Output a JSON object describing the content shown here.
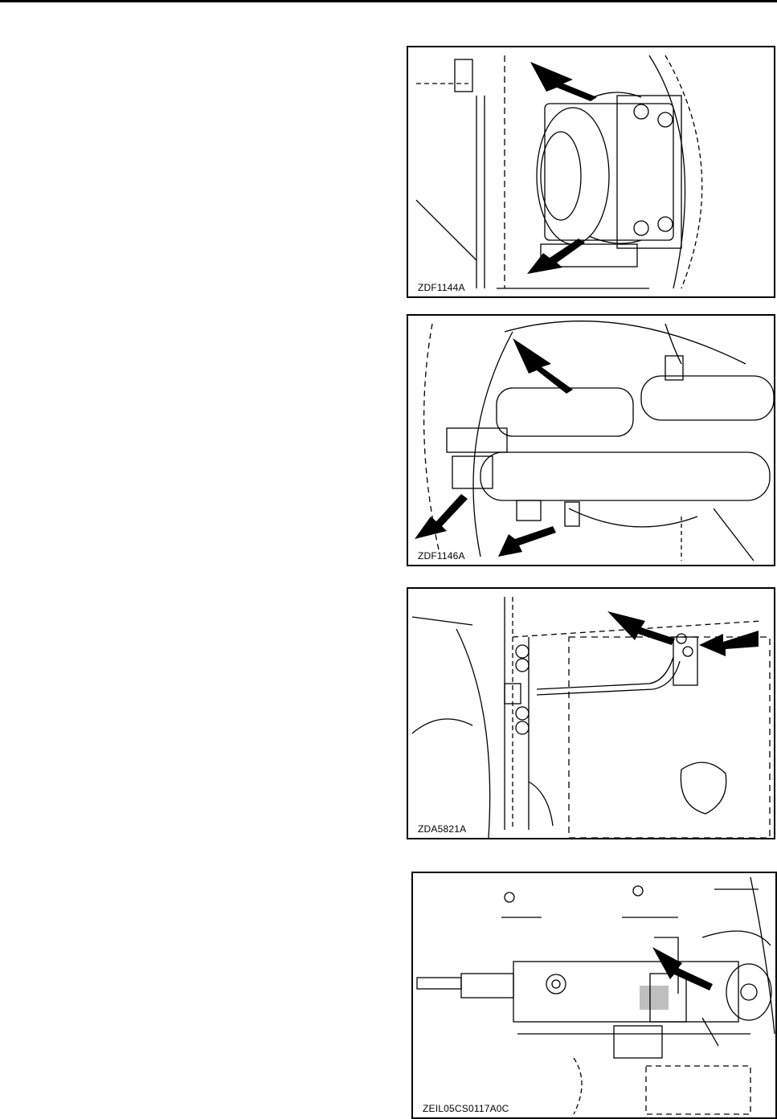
{
  "figures": [
    {
      "code": "ZDF1144A"
    },
    {
      "code": "ZDF1146A"
    },
    {
      "code": "ZDA5821A"
    },
    {
      "code": "ZEIL05CS0117A0C"
    }
  ],
  "colors": {
    "line": "#000000",
    "paper": "#ffffff"
  }
}
